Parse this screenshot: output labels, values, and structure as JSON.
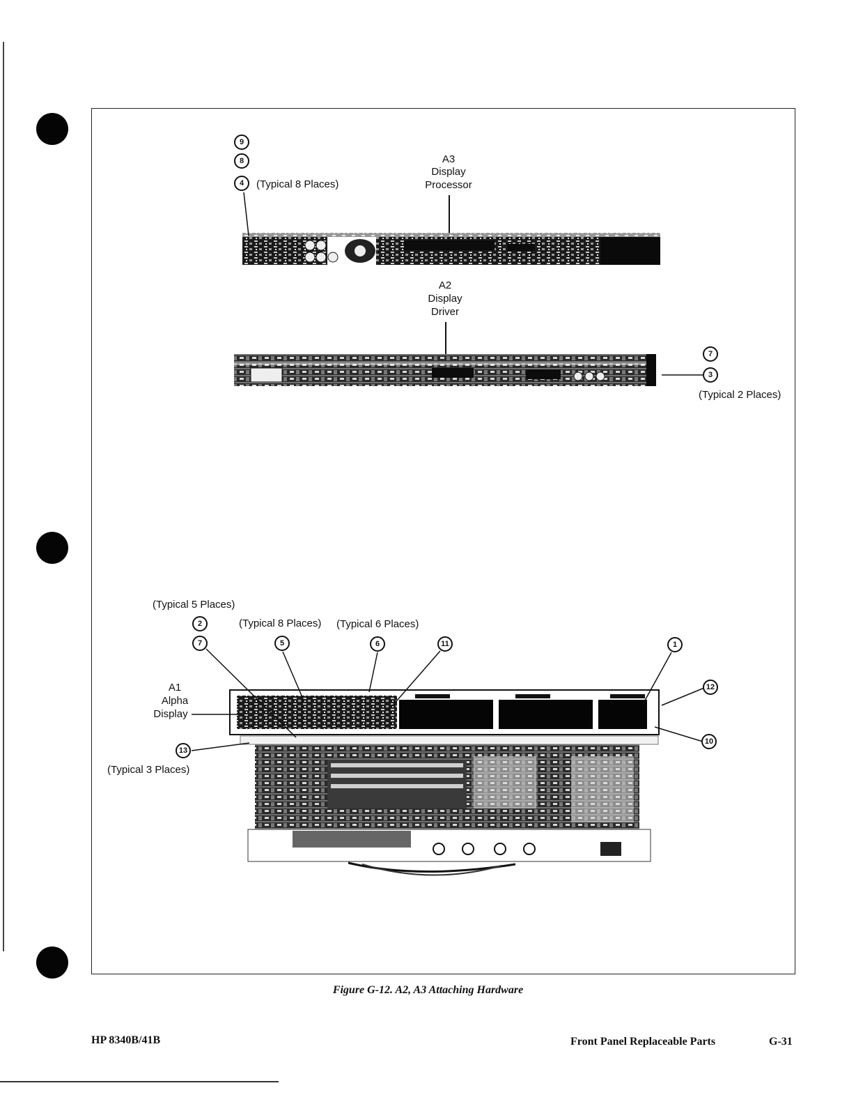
{
  "figure": {
    "top_board": {
      "name_lines": [
        "A3",
        "Display",
        "Processor"
      ],
      "callouts": [
        "9",
        "8",
        "4"
      ],
      "note": "(Typical 8 Places)"
    },
    "middle_board": {
      "name_lines": [
        "A2",
        "Display",
        "Driver"
      ],
      "callouts": [
        "7",
        "3"
      ],
      "note": "(Typical 2 Places)"
    },
    "bottom_assembly": {
      "name_lines": [
        "A1",
        "Alpha",
        "Display"
      ],
      "note_top_left": "(Typical 5 Places)",
      "callouts_left": [
        "2",
        "7"
      ],
      "note_5": "(Typical 8 Places)",
      "callout_5": "5",
      "note_6": "(Typical 6 Places)",
      "callout_6": "6",
      "callout_11": "11",
      "callout_1": "1",
      "callout_12": "12",
      "callout_10": "10",
      "callout_13": "13",
      "note_13": "(Typical 3 Places)"
    }
  },
  "caption": "Figure G-12.   A2, A3 Attaching Hardware",
  "footer": {
    "left": "HP 8340B/41B",
    "section": "Front Panel Replaceable Parts",
    "page": "G-31"
  }
}
